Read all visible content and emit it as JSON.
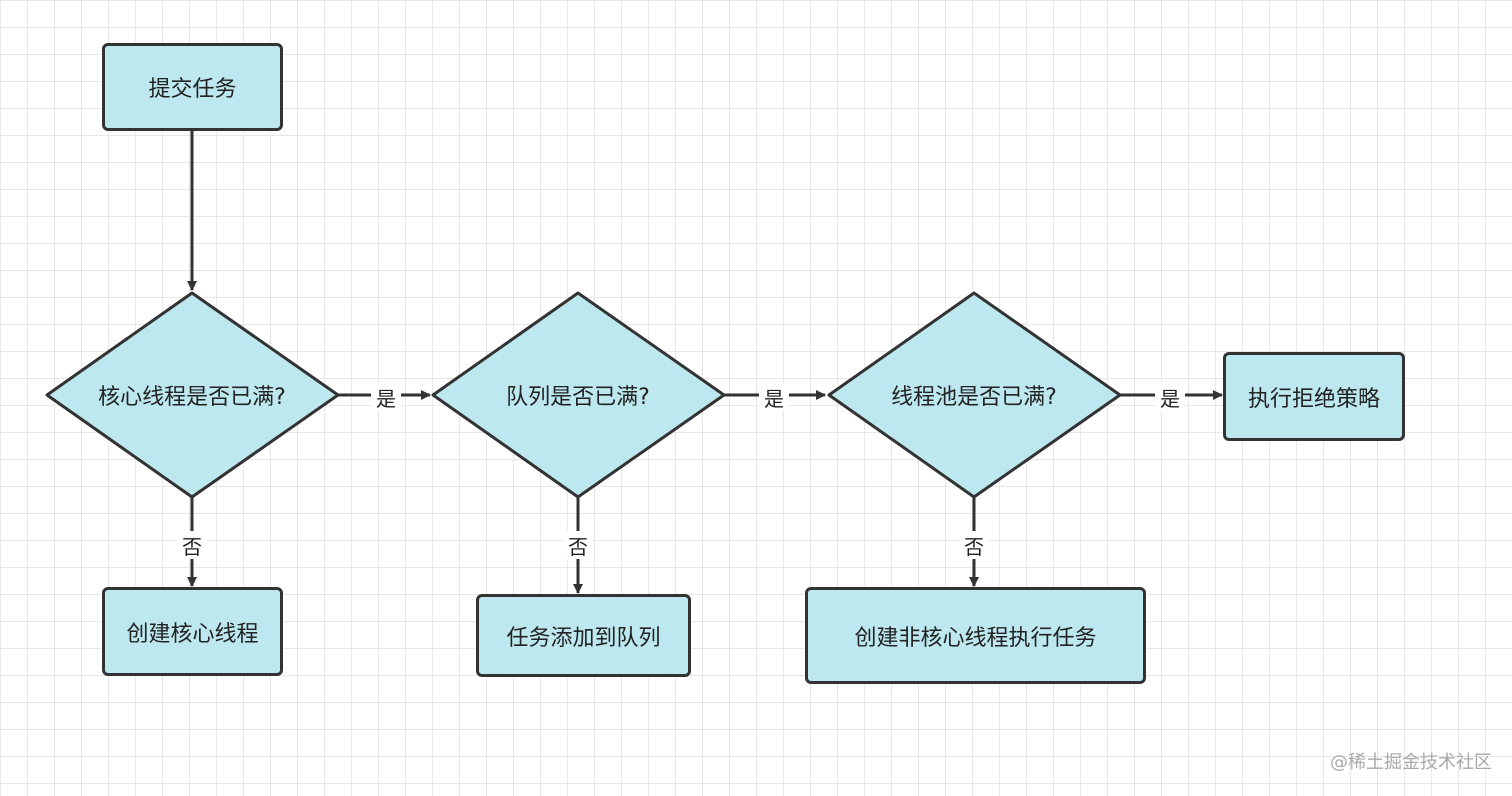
{
  "nodes": {
    "submit_task": "提交任务",
    "core_full": "核心线程是否已满?",
    "queue_full": "队列是否已满?",
    "pool_full": "线程池是否已满?",
    "reject_policy": "执行拒绝策略",
    "create_core": "创建核心线程",
    "add_queue": "任务添加到队列",
    "create_noncore": "创建非核心线程执行任务"
  },
  "edges": {
    "yes": "是",
    "no": "否"
  },
  "watermark": "@稀土掘金技术社区",
  "colors": {
    "node_fill": "#bde8ef",
    "stroke": "#333333",
    "grid": "#e7e7e7"
  }
}
